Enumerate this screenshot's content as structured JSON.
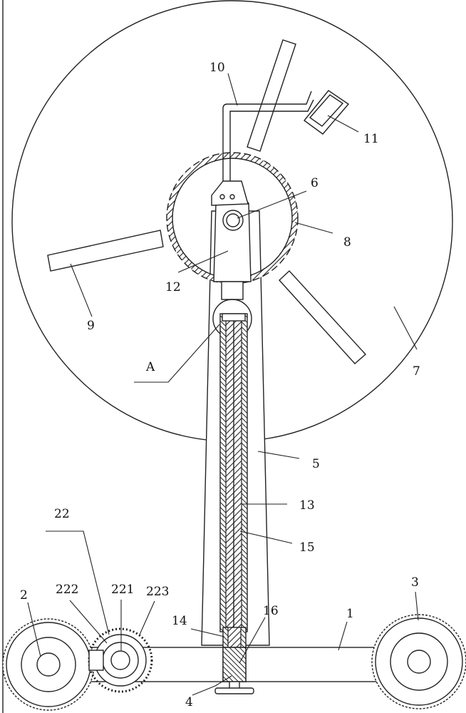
{
  "labels": {
    "l1": "1",
    "l2": "2",
    "l3": "3",
    "l4": "4",
    "l5": "5",
    "l6": "6",
    "l7": "7",
    "l8": "8",
    "l9": "9",
    "l10": "10",
    "l11": "11",
    "l12": "12",
    "l13": "13",
    "l14": "14",
    "l15": "15",
    "l16": "16",
    "l22": "22",
    "l221": "221",
    "l222": "222",
    "l223": "223",
    "lA": "A"
  }
}
